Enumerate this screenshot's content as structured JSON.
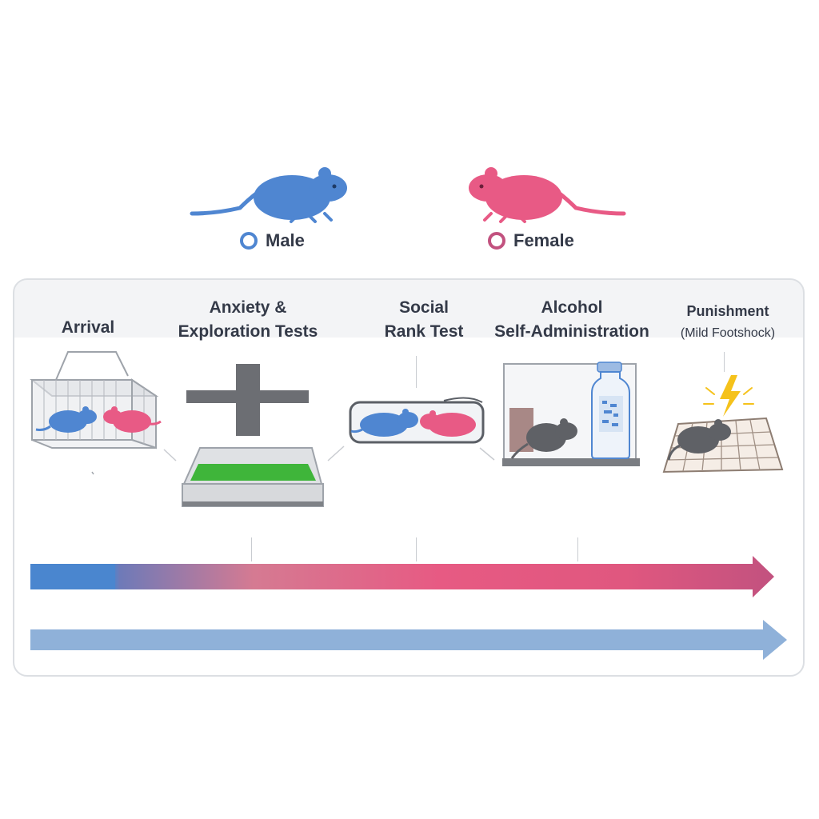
{
  "legend": {
    "male": {
      "label": "Male",
      "color": "#4f86d1"
    },
    "female": {
      "label": "Female",
      "color": "#e85a85"
    }
  },
  "stages": [
    {
      "id": "arrival",
      "line1": "Arrival",
      "line2": ""
    },
    {
      "id": "anxiety",
      "line1": "Anxiety &",
      "line2": "Exploration Tests"
    },
    {
      "id": "social",
      "line1": "Social",
      "line2": "Rank Test"
    },
    {
      "id": "alcohol",
      "line1": "Alcohol",
      "line2": "Self-Administration"
    },
    {
      "id": "punishment",
      "line1": "Punishment",
      "line2": "(Mild Footshock)"
    }
  ],
  "colors": {
    "male": "#4f86d1",
    "female": "#e85a85",
    "rat_gray": "#5f6166",
    "grass": "#3fb53a",
    "timeline_top_start": "#4a86cf",
    "timeline_top_end": "#c2527f",
    "timeline_bottom": "#8fb1d9",
    "bolt": "#f5c21b"
  },
  "icons": {
    "arrival": "wire-cage-icon",
    "anxiety": "plus-maze-and-open-field-icon",
    "social": "tube-test-icon",
    "alcohol": "operant-chamber-with-bottle-icon",
    "punishment": "shock-grid-icon"
  }
}
